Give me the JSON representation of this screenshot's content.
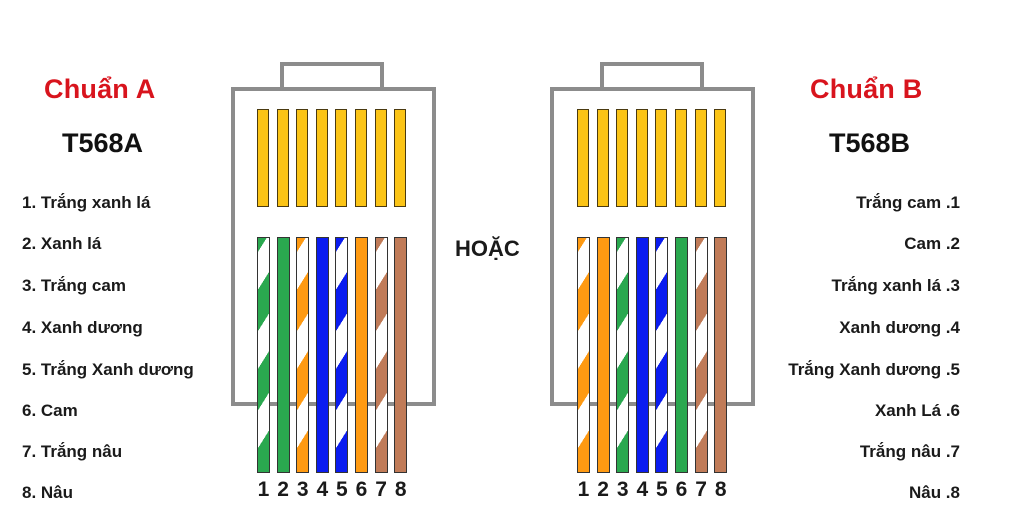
{
  "colors": {
    "green": "#2aa84f",
    "orange": "#ff9a12",
    "blue": "#0a1cf0",
    "brown": "#c07b58",
    "contact_yellow": "#fbc416",
    "title_red": "#d8141d",
    "connector_gray": "#8c8c8c"
  },
  "separator": {
    "label": "HOẶC"
  },
  "standard_a": {
    "title": "Chuẩn A",
    "code": "T568A",
    "pin_labels": [
      "1. Trắng xanh lá",
      "2. Xanh lá",
      "3. Trắng cam",
      "4. Xanh dương",
      "5. Trắng Xanh dương",
      "6. Cam",
      "7. Trắng nâu",
      "8. Nâu"
    ],
    "pin_numbers": [
      "1",
      "2",
      "3",
      "4",
      "5",
      "6",
      "7",
      "8"
    ],
    "wires": [
      {
        "pin": 1,
        "color": "green",
        "striped": true
      },
      {
        "pin": 2,
        "color": "green",
        "striped": false
      },
      {
        "pin": 3,
        "color": "orange",
        "striped": true
      },
      {
        "pin": 4,
        "color": "blue",
        "striped": false
      },
      {
        "pin": 5,
        "color": "blue",
        "striped": true
      },
      {
        "pin": 6,
        "color": "orange",
        "striped": false
      },
      {
        "pin": 7,
        "color": "brown",
        "striped": true
      },
      {
        "pin": 8,
        "color": "brown",
        "striped": false
      }
    ]
  },
  "standard_b": {
    "title": "Chuẩn B",
    "code": "T568B",
    "pin_labels": [
      "Trắng cam .1",
      "Cam .2",
      "Trắng xanh lá .3",
      "Xanh dương .4",
      "Trắng Xanh dương .5",
      "Xanh Lá .6",
      "Trắng nâu .7",
      "Nâu .8"
    ],
    "pin_numbers": [
      "1",
      "2",
      "3",
      "4",
      "5",
      "6",
      "7",
      "8"
    ],
    "wires": [
      {
        "pin": 1,
        "color": "orange",
        "striped": true
      },
      {
        "pin": 2,
        "color": "orange",
        "striped": false
      },
      {
        "pin": 3,
        "color": "green",
        "striped": true
      },
      {
        "pin": 4,
        "color": "blue",
        "striped": false
      },
      {
        "pin": 5,
        "color": "blue",
        "striped": true
      },
      {
        "pin": 6,
        "color": "green",
        "striped": false
      },
      {
        "pin": 7,
        "color": "brown",
        "striped": true
      },
      {
        "pin": 8,
        "color": "brown",
        "striped": false
      }
    ]
  }
}
